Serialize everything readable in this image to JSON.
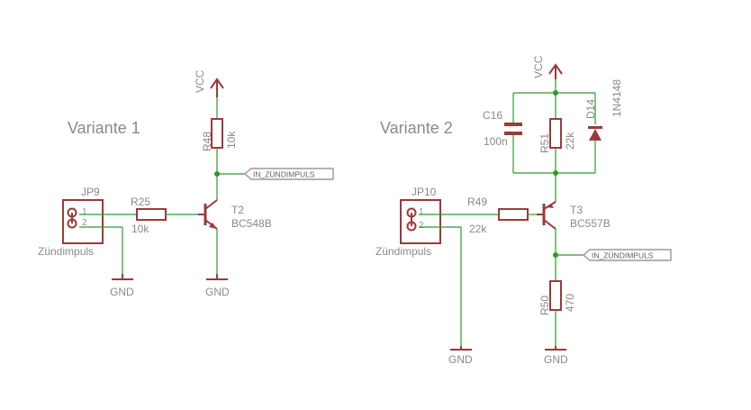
{
  "variant1": {
    "title": "Variante 1",
    "vcc": "VCC",
    "r48_name": "R48",
    "r48_value": "10k",
    "net_label": "IN_ZÜNDIMPULS",
    "jp9_name": "JP9",
    "jp9_pin1": "1",
    "jp9_pin2": "2",
    "jp9_label": "Zündimpuls",
    "r25_name": "R25",
    "r25_value": "10k",
    "t2_name": "T2",
    "t2_value": "BC548B",
    "gnd_left": "GND",
    "gnd_right": "GND"
  },
  "variant2": {
    "title": "Variante 2",
    "vcc": "VCC",
    "c16_name": "C16",
    "c16_value": "100n",
    "r51_name": "R51",
    "r51_value": "22k",
    "d14_name": "D14",
    "d14_value": "1N4148",
    "jp10_name": "JP10",
    "jp10_pin1": "1",
    "jp10_pin2": "2",
    "jp10_label": "Zündimpuls",
    "r49_name": "R49",
    "r49_value": "22k",
    "t3_name": "T3",
    "t3_value": "BC557B",
    "net_label": "IN_ZÜNDIMPULS",
    "r50_name": "R50",
    "r50_value": "470",
    "gnd_left": "GND",
    "gnd_right": "GND"
  },
  "colors": {
    "wire": "#2e9a2e",
    "part": "#9a3a3a",
    "text": "#8a8a8a"
  }
}
